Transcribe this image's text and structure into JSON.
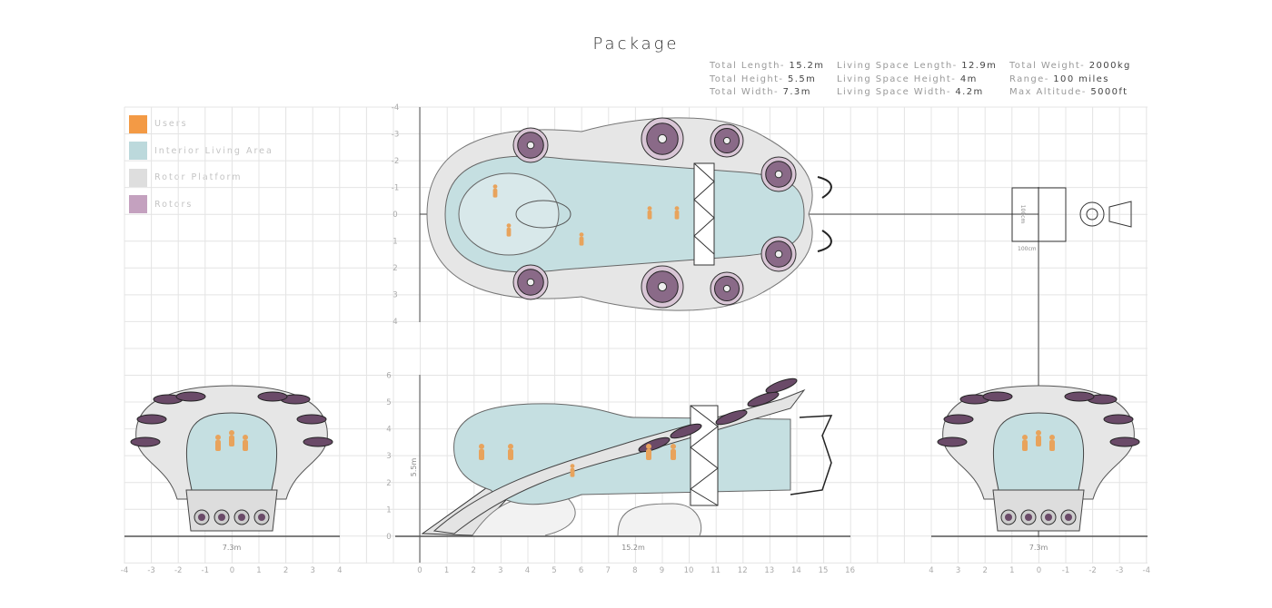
{
  "title": "Package",
  "specs": [
    [
      {
        "k": "Total Length-",
        "v": "15.2m"
      },
      {
        "k": "Living Space Length-",
        "v": "12.9m"
      },
      {
        "k": "Total Weight-",
        "v": "2000kg"
      }
    ],
    [
      {
        "k": "Total Height-",
        "v": "5.5m"
      },
      {
        "k": "Living Space Height-",
        "v": "4m"
      },
      {
        "k": "Range-",
        "v": "100 miles"
      }
    ],
    [
      {
        "k": "Total Width-",
        "v": "7.3m"
      },
      {
        "k": "Living Space Width-",
        "v": "4.2m"
      },
      {
        "k": "Max Altitude-",
        "v": "5000ft"
      }
    ]
  ],
  "legend": [
    {
      "label": "Users",
      "color": "#f39a45"
    },
    {
      "label": "Interior Living Area",
      "color": "#bcd9dc"
    },
    {
      "label": "Rotor Platform",
      "color": "#dedede"
    },
    {
      "label": "Rotors",
      "color": "#c4a1bf"
    }
  ],
  "colors": {
    "grid": "#e4e4e4",
    "axis": "#555",
    "body": "#c5dfe1",
    "platform": "#e2e2e2",
    "rotor": "#6a4a68",
    "user": "#e8a35c"
  },
  "ticks": {
    "plan_y": [
      "-4",
      "-3",
      "-2",
      "-1",
      "0",
      "1",
      "2",
      "3",
      "4"
    ],
    "side_y": [
      "0",
      "1",
      "2",
      "3",
      "4",
      "5",
      "6"
    ],
    "side_x": [
      "0",
      "1",
      "2",
      "3",
      "4",
      "5",
      "6",
      "7",
      "8",
      "9",
      "10",
      "11",
      "12",
      "13",
      "14",
      "15",
      "16"
    ],
    "front_left_x": [
      "-4",
      "-3",
      "-2",
      "-1",
      "0",
      "1",
      "2",
      "3",
      "4"
    ],
    "front_right_x": [
      "4",
      "3",
      "2",
      "1",
      "0",
      "-1",
      "-2",
      "-3",
      "-4"
    ]
  },
  "dimensions": {
    "front_left_width": "7.3m",
    "side_length": "15.2m",
    "side_height": "5.5m",
    "front_right_width": "7.3m",
    "scale_width": "100cm",
    "scale_height": "100cm"
  }
}
